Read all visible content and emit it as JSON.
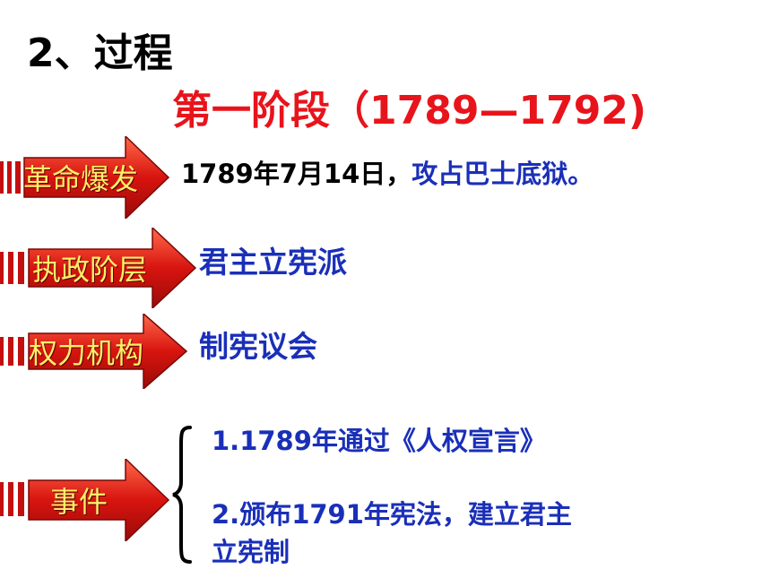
{
  "section_title": "2、过程",
  "stage_title": "第一阶段（1789—1792)",
  "rows": [
    {
      "label": "革命爆发",
      "content_prefix": "1789年7月14日，",
      "content_main": "攻占巴士底狱。"
    },
    {
      "label": "执政阶层",
      "content_main": "君主立宪派"
    },
    {
      "label": "权力机构",
      "content_main": "制宪议会"
    },
    {
      "label": "事件"
    }
  ],
  "events": [
    "1.1789年通过《人权宣言》",
    "2.颁布1791年宪法，建立君主",
    "立宪制"
  ],
  "colors": {
    "stage_red": "#e8141b",
    "content_blue": "#1a2fb8",
    "arrow_red": "#c40f0f",
    "arrow_label_yellow": "#ffef6a"
  }
}
